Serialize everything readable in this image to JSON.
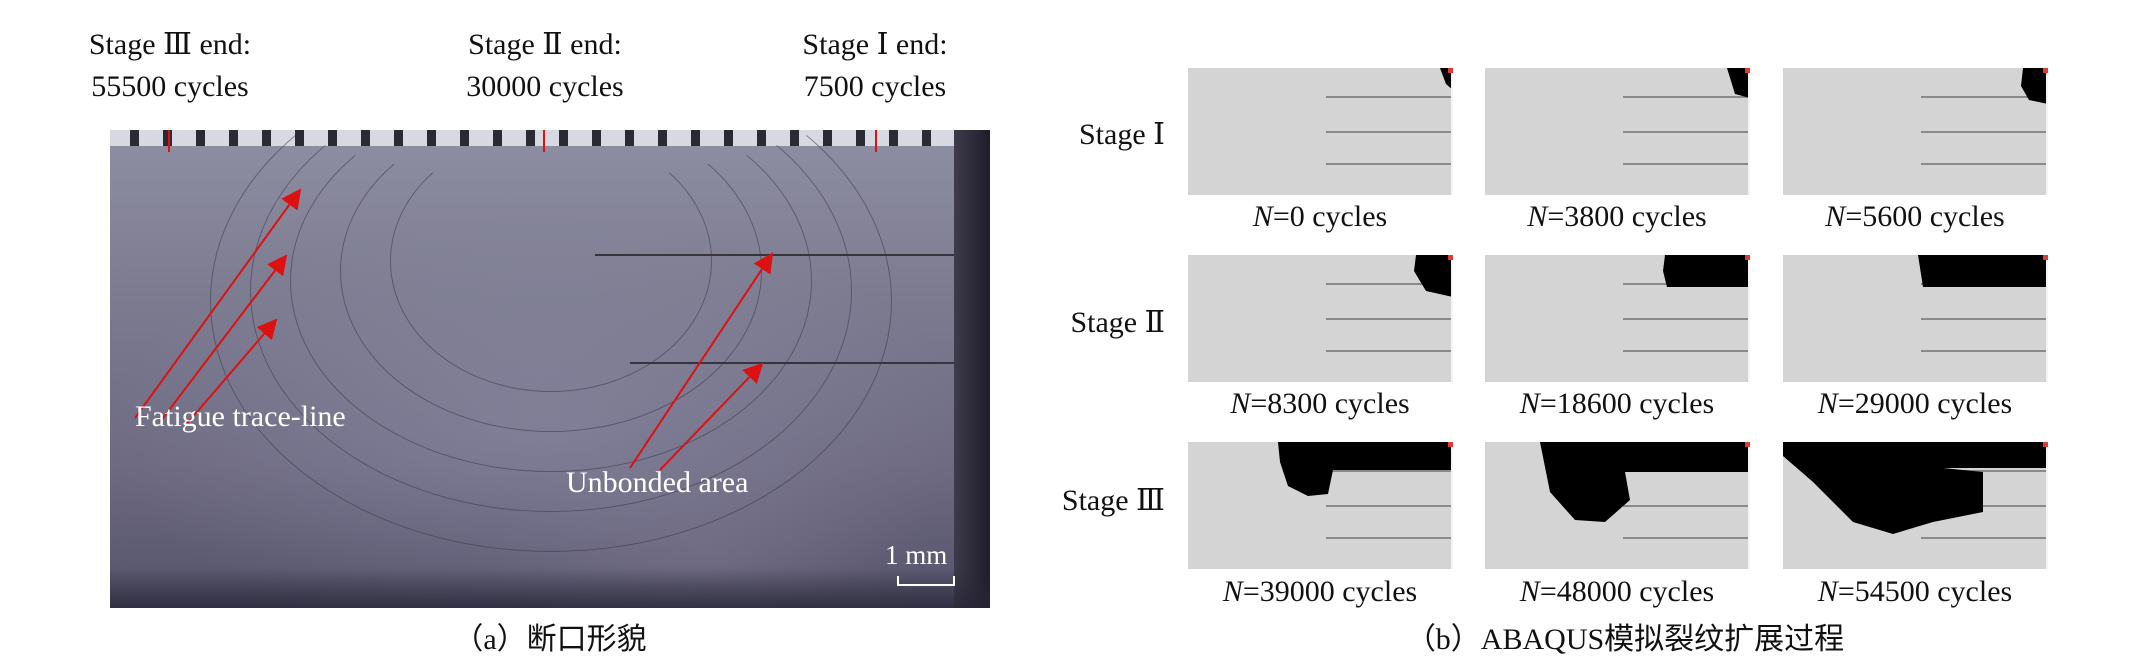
{
  "panel_a": {
    "stage_labels": [
      {
        "line1": "Stage Ⅲ end:",
        "line2": "55500 cycles"
      },
      {
        "line1": "Stage Ⅱ end:",
        "line2": "30000 cycles"
      },
      {
        "line1": "Stage Ⅰ end:",
        "line2": "7500 cycles"
      }
    ],
    "annotations": {
      "fatigue": "Fatigue trace-line",
      "unbonded": "Unbonded area",
      "scale": "1 mm"
    },
    "caption": "（a）断口形貌",
    "colors": {
      "arrow": "#dd1111",
      "marker": "#dd1111"
    }
  },
  "panel_b": {
    "row_labels": [
      "Stage Ⅰ",
      "Stage Ⅱ",
      "Stage Ⅲ"
    ],
    "n_symbol": "N",
    "cycles": [
      [
        "=0 cycles",
        "=3800 cycles",
        "=5600 cycles"
      ],
      [
        "=8300 cycles",
        "=18600 cycles",
        "=29000 cycles"
      ],
      [
        "=39000 cycles",
        "=48000 cycles",
        "=54500 cycles"
      ]
    ],
    "caption": "（b）ABAQUS模拟裂纹扩展过程",
    "colors": {
      "crack": "#000000",
      "matrix": "#d4d4d4",
      "load_point": "#e23a2e"
    }
  }
}
